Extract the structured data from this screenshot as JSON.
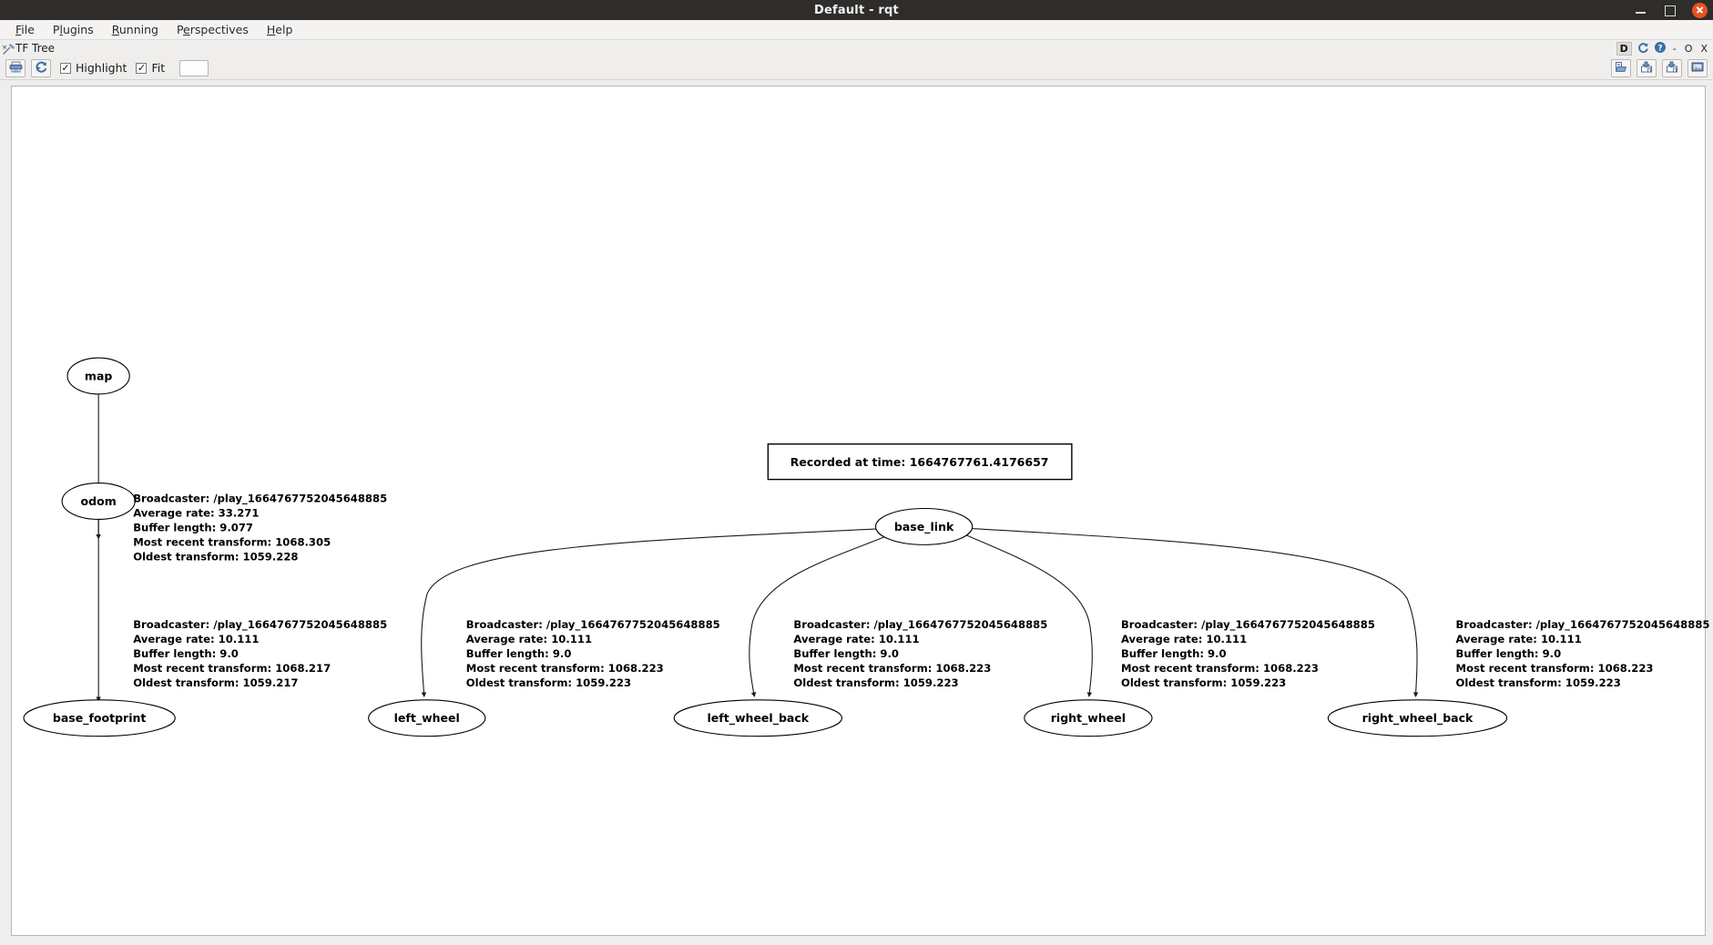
{
  "window": {
    "title": "Default - rqt",
    "controls": {
      "minimize": "minimize-button",
      "maximize": "maximize-button",
      "close": "close-button"
    },
    "titlebar_bg": "#2e2d2b"
  },
  "menubar": {
    "items": [
      {
        "label": "File",
        "mnemonic": "F"
      },
      {
        "label": "Plugins",
        "mnemonic": "P"
      },
      {
        "label": "Running",
        "mnemonic": "R"
      },
      {
        "label": "Perspectives",
        "mnemonic": "e"
      },
      {
        "label": "Help",
        "mnemonic": "H"
      }
    ]
  },
  "dock": {
    "title": "TF Tree",
    "icon": "plugin-wrench-icon",
    "right_controls": [
      {
        "name": "dock-d-button",
        "label": "D"
      },
      {
        "name": "dock-refresh-icon",
        "label": ""
      },
      {
        "name": "dock-help-icon",
        "label": ""
      },
      {
        "name": "dock-minimize-button",
        "label": "-"
      },
      {
        "name": "dock-float-button",
        "label": "O"
      },
      {
        "name": "dock-close-button",
        "label": "X"
      }
    ]
  },
  "toolbar": {
    "print_button": "print-icon",
    "refresh_button": "refresh-icon",
    "highlight": {
      "label": "Highlight",
      "checked": true,
      "mark": "✓"
    },
    "fit": {
      "label": "Fit",
      "checked": true,
      "mark": "✓"
    },
    "zoom_field_value": "",
    "right_buttons": [
      {
        "name": "load-dot-icon"
      },
      {
        "name": "save-dot-icon"
      },
      {
        "name": "save-as-icon"
      },
      {
        "name": "save-image-icon"
      }
    ]
  },
  "graph": {
    "recorded_box": {
      "text": "Recorded at time: 1664767761.4176657"
    },
    "nodes": [
      {
        "id": "map",
        "label": "map"
      },
      {
        "id": "odom",
        "label": "odom"
      },
      {
        "id": "base_footprint",
        "label": "base_footprint"
      },
      {
        "id": "base_link",
        "label": "base_link"
      },
      {
        "id": "left_wheel",
        "label": "left_wheel"
      },
      {
        "id": "left_wheel_back",
        "label": "left_wheel_back"
      },
      {
        "id": "right_wheel",
        "label": "right_wheel"
      },
      {
        "id": "right_wheel_back",
        "label": "right_wheel_back"
      }
    ],
    "edges": [
      {
        "from": "map",
        "to": "odom",
        "lines": [
          "Broadcaster: /play_1664767752045648885",
          "Average rate: 33.271",
          "Buffer length: 9.077",
          "Most recent transform: 1068.305",
          "Oldest transform: 1059.228"
        ]
      },
      {
        "from": "odom",
        "to": "base_footprint",
        "lines": [
          "Broadcaster: /play_1664767752045648885",
          "Average rate: 10.111",
          "Buffer length: 9.0",
          "Most recent transform: 1068.217",
          "Oldest transform: 1059.217"
        ]
      },
      {
        "from": "base_link",
        "to": "left_wheel",
        "lines": [
          "Broadcaster: /play_1664767752045648885",
          "Average rate: 10.111",
          "Buffer length: 9.0",
          "Most recent transform: 1068.223",
          "Oldest transform: 1059.223"
        ]
      },
      {
        "from": "base_link",
        "to": "left_wheel_back",
        "lines": [
          "Broadcaster: /play_1664767752045648885",
          "Average rate: 10.111",
          "Buffer length: 9.0",
          "Most recent transform: 1068.223",
          "Oldest transform: 1059.223"
        ]
      },
      {
        "from": "base_link",
        "to": "right_wheel",
        "lines": [
          "Broadcaster: /play_1664767752045648885",
          "Average rate: 10.111",
          "Buffer length: 9.0",
          "Most recent transform: 1068.223",
          "Oldest transform: 1059.223"
        ]
      },
      {
        "from": "base_link",
        "to": "right_wheel_back",
        "lines": [
          "Broadcaster: /play_1664767752045648885",
          "Average rate: 10.111",
          "Buffer length: 9.0",
          "Most recent transform: 1068.223",
          "Oldest transform: 1059.223"
        ]
      }
    ]
  }
}
